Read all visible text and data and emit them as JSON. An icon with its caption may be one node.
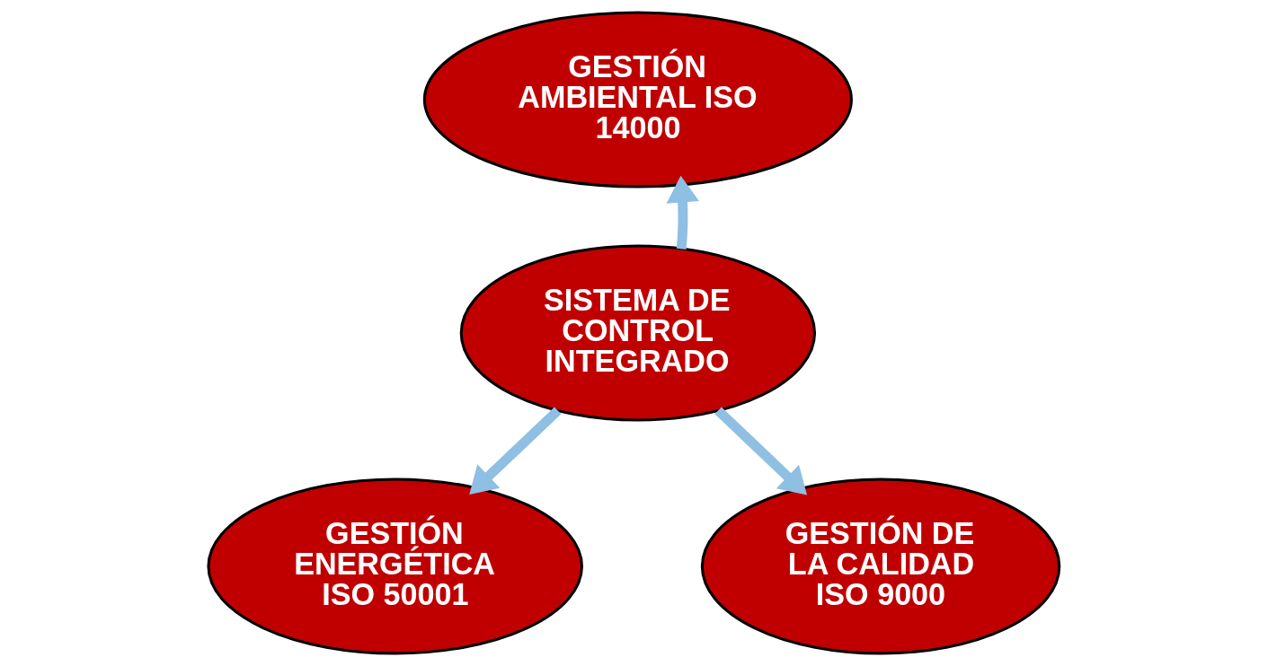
{
  "diagram": {
    "nodes": [
      {
        "text": [
          "GESTIÓN AMBIENTAL ISO 14000"
        ]
      },
      {
        "text": [
          "SISTEMA DE CONTROL INTEGRADO"
        ]
      },
      {
        "text": [
          "GESTIÓN ENERGÉTICA ISO 50001"
        ]
      },
      {
        "text": [
          "GESTIÓN DE LA CALIDAD ISO 9000"
        ]
      }
    ],
    "edges": [
      {
        "from": 1,
        "to": 0,
        "arrow": "to"
      },
      {
        "from": 1,
        "to": 2,
        "arrow": "to"
      },
      {
        "from": 1,
        "to": 3,
        "arrow": "to"
      }
    ]
  }
}
